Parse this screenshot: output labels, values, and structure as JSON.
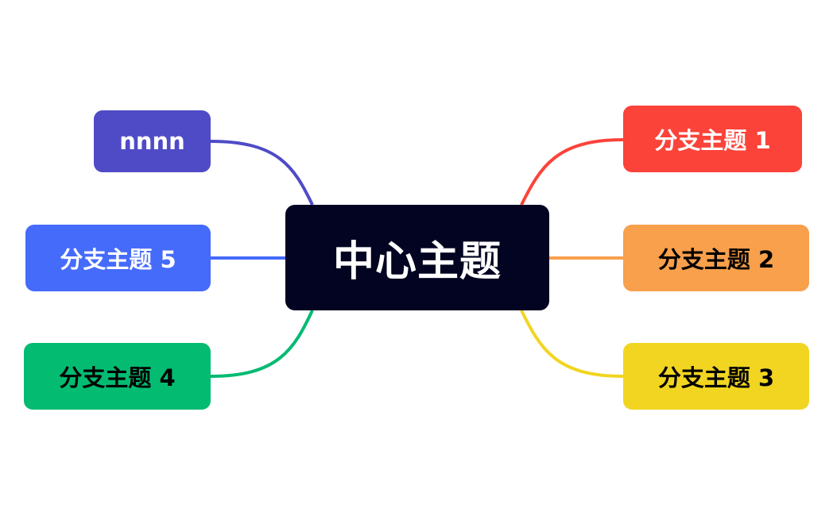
{
  "mindmap": {
    "center": {
      "label": "中心主题",
      "color": "#020421"
    },
    "branches": [
      {
        "id": "b1",
        "label": "分支主题 1",
        "color": "#fb433a",
        "side": "right"
      },
      {
        "id": "b2",
        "label": "分支主题 2",
        "color": "#f8a04c",
        "side": "right"
      },
      {
        "id": "b3",
        "label": "分支主题 3",
        "color": "#f1d521",
        "side": "right"
      },
      {
        "id": "b4",
        "label": "分支主题 4",
        "color": "#04bb72",
        "side": "left"
      },
      {
        "id": "b5",
        "label": "分支主题 5",
        "color": "#456bfb",
        "side": "left"
      },
      {
        "id": "b6",
        "label": "nnnn",
        "color": "#4f4bc7",
        "side": "left"
      }
    ]
  }
}
